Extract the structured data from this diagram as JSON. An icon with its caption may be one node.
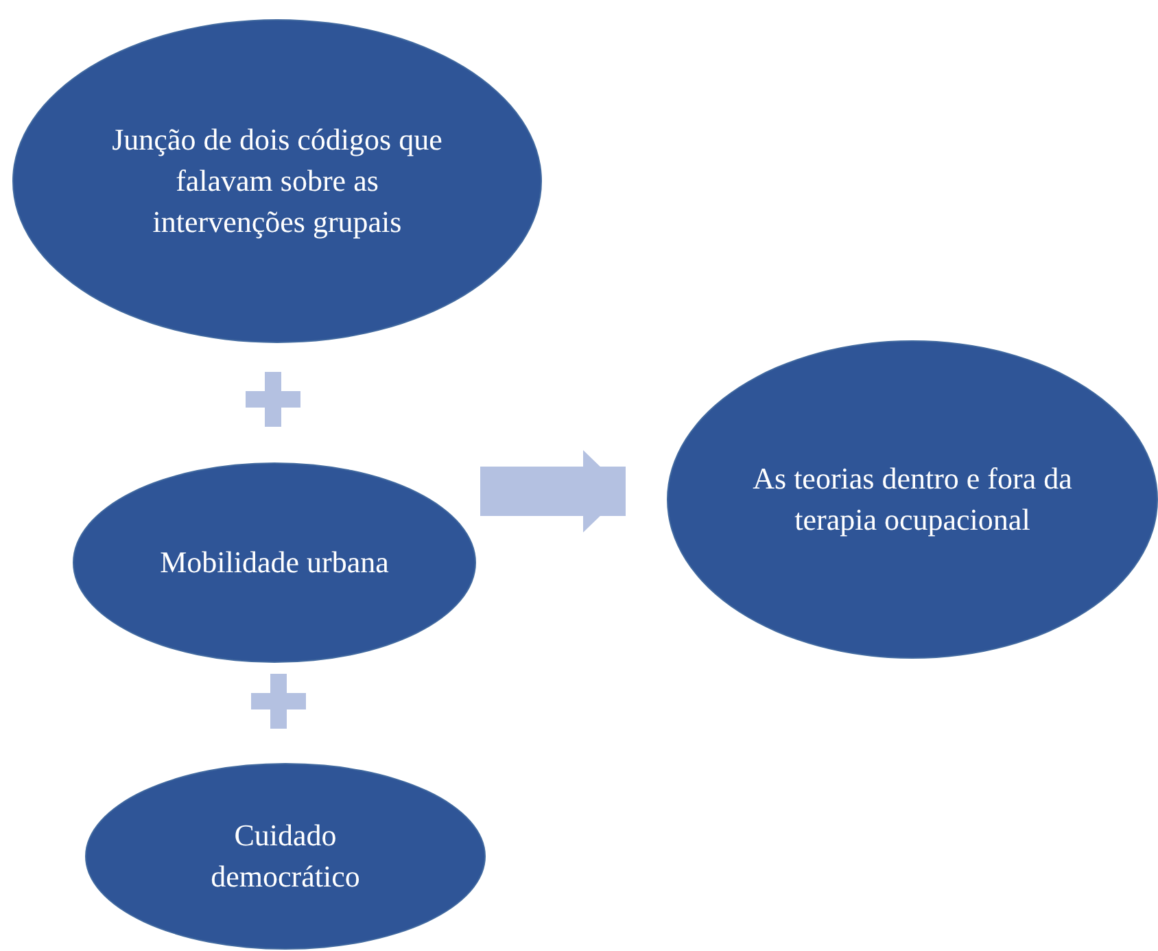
{
  "diagram": {
    "nodes": [
      {
        "text": [
          "Junção de dois códigos que falavam sobre as intervenções grupais"
        ]
      },
      {
        "text": [
          "Mobilidade urbana"
        ]
      },
      {
        "text": [
          "Cuidado democrático"
        ]
      },
      {
        "text": [
          "As teorias dentro e fora da terapia ocupacional"
        ]
      }
    ],
    "edges": [
      {
        "from": 1,
        "to": 3,
        "arrow": "to",
        "color": "#b4c1e1"
      }
    ]
  }
}
